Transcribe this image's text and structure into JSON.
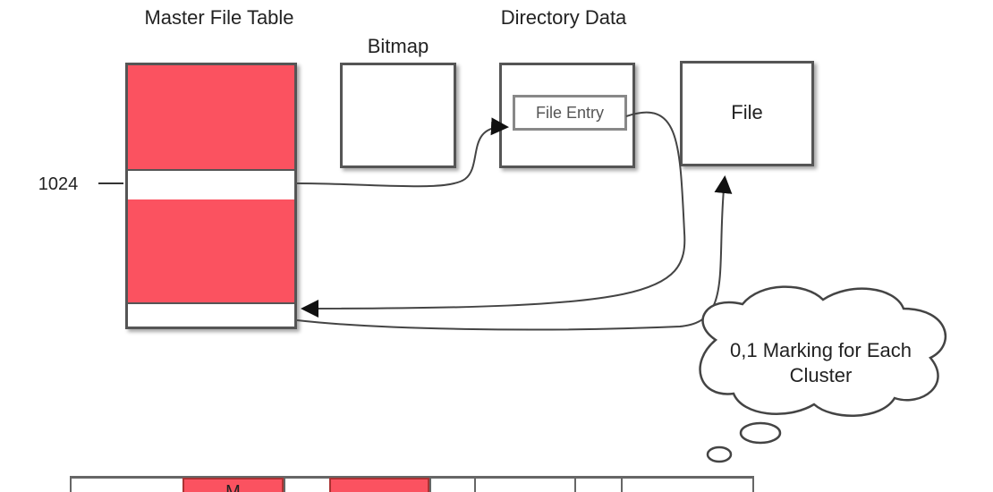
{
  "mft": {
    "title": "Master File Table",
    "row_label": "1024"
  },
  "bitmap": {
    "title": "Bitmap"
  },
  "directory": {
    "title": "Directory Data",
    "entry_label": "File Entry"
  },
  "file": {
    "label": "File"
  },
  "cloud": {
    "text": "0,1 Marking for Each Cluster"
  },
  "cluster_row": {
    "first_red_label": "M"
  },
  "colors": {
    "used": "#fb5260",
    "border": "#555555"
  }
}
